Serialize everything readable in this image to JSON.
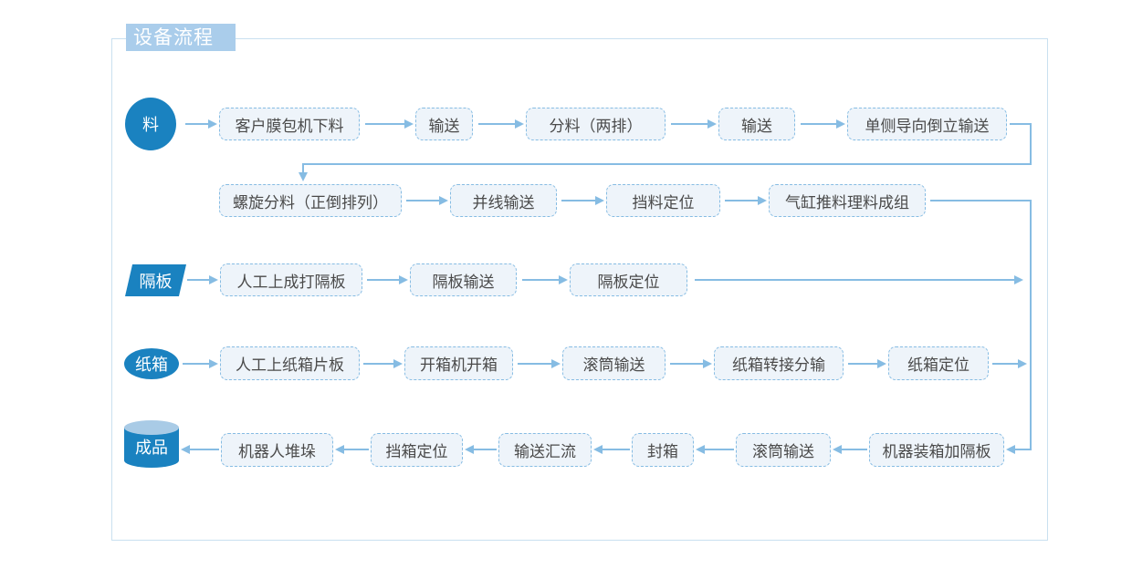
{
  "title": "设备流程",
  "colors": {
    "arrow": "#86bce3",
    "node_fill": "#eef4fa",
    "node_border": "#86bce3",
    "start": "#1a82c0"
  },
  "rows": {
    "row1": {
      "start": "料",
      "nodes": [
        "客户膜包机下料",
        "输送",
        "分料（两排）",
        "输送",
        "单侧导向倒立输送"
      ]
    },
    "row2": {
      "nodes": [
        "螺旋分料（正倒排列）",
        "并线输送",
        "挡料定位",
        "气缸推料理料成组"
      ]
    },
    "row3": {
      "start": "隔板",
      "nodes": [
        "人工上成打隔板",
        "隔板输送",
        "隔板定位"
      ]
    },
    "row4": {
      "start": "纸箱",
      "nodes": [
        "人工上纸箱片板",
        "开箱机开箱",
        "滚筒输送",
        "纸箱转接分输",
        "纸箱定位"
      ]
    },
    "row5": {
      "end": "成品",
      "nodes": [
        "机器人堆垛",
        "挡箱定位",
        "输送汇流",
        "封箱",
        "滚筒输送",
        "机器装箱加隔板"
      ]
    }
  }
}
